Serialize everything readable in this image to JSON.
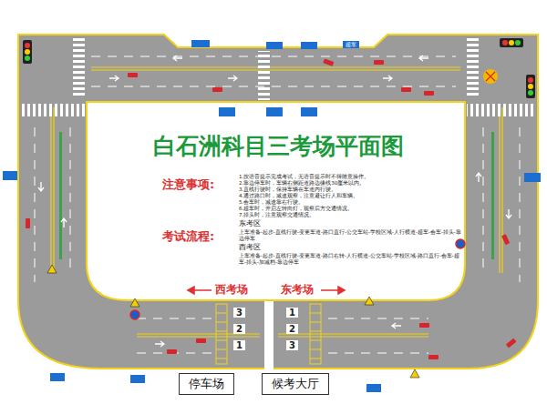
{
  "diagram": {
    "title": "白石洲科目三考场平面图",
    "nodes": [
      {
        "text": [
          "停车场"
        ]
      },
      {
        "text": [
          "候考大厅"
        ]
      }
    ],
    "labels": [
      "注意事项:",
      "1.按语音提示完成考试，无语音提示时不得随意操作。",
      "2.靠边停车时，车辆右侧距道路边缘线30厘米以内。",
      "3.直线行驶时，保持车辆在车道内行驶。",
      "4.通过路口时，减速观察，注意避让行人和车辆。",
      "5.会车时，减速靠右行驶。",
      "6.超车时，开启左转向灯，观察后方交通情况。",
      "7.掉头时，注意观察交通情况。",
      "考试流程:",
      "东考区",
      "上车准备-起步-直线行驶-变更车道-路口直行-公交车站-学校区域-人行横道-超车-会车-掉头-靠边停车",
      "西考区",
      "上车准备-起步-直线行驶-变更车道-路口右转-人行横道-公交车站-学校区域-路口直行-会车-超车-掉头-加减档-靠边停车",
      "西考场",
      "东考场",
      "3",
      "2",
      "1",
      "1",
      "2",
      "3",
      "超车"
    ]
  }
}
